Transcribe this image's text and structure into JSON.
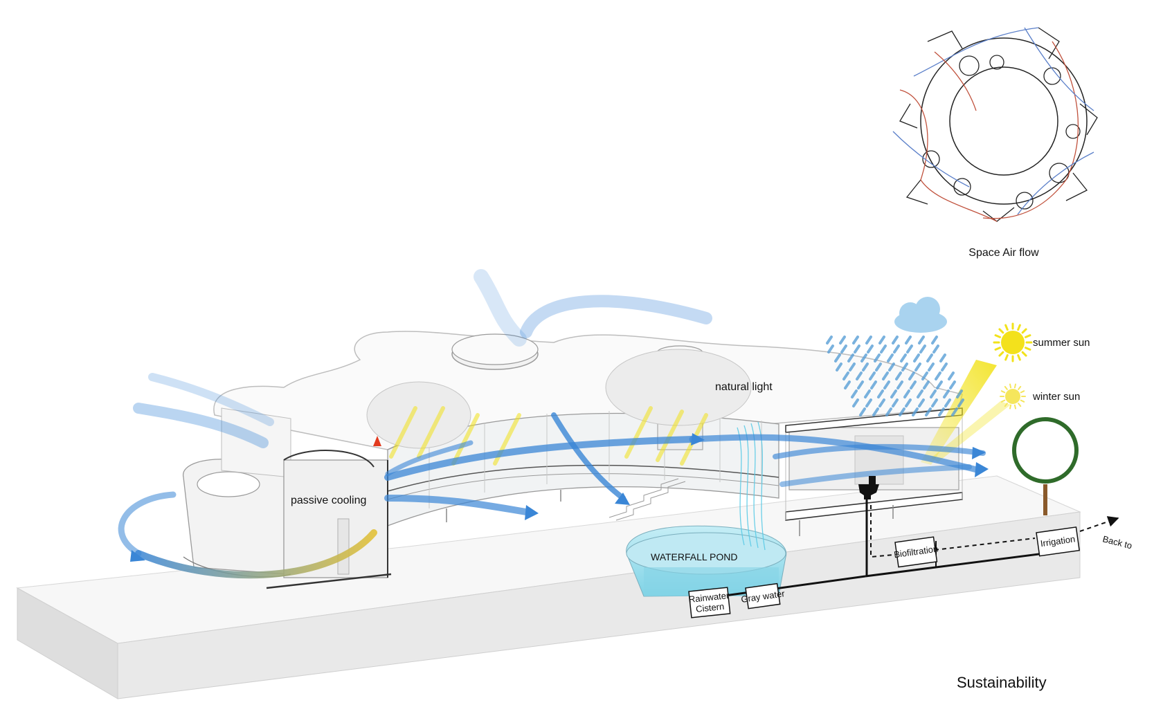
{
  "title": "Sustainability",
  "inset": {
    "caption": "Space Air flow"
  },
  "labels": {
    "passive_cooling": "passive cooling",
    "natural_light": "natural light",
    "waterfall_pond": "WATERFALL POND",
    "summer_sun": "summer sun",
    "winter_sun": "winter sun"
  },
  "water_system": {
    "rainwater_cistern_line1": "Rainwater",
    "rainwater_cistern_line2": "Cistern",
    "gray_water": "Gray water",
    "biofiltration": "Biofiltration",
    "irrigation": "Irrigation",
    "back_to": "Back to"
  },
  "colors": {
    "air_flow": "#3a86d6",
    "sunlight": "#f2e21a",
    "warm_air": "#e23b1f",
    "water": "#7fd3e6",
    "tree_canopy": "#2f6b2a",
    "tree_trunk": "#8a5a2b"
  },
  "icons": [
    "cloud-icon",
    "rain-icon",
    "sun-icon",
    "toilet-icon",
    "tree-icon"
  ]
}
